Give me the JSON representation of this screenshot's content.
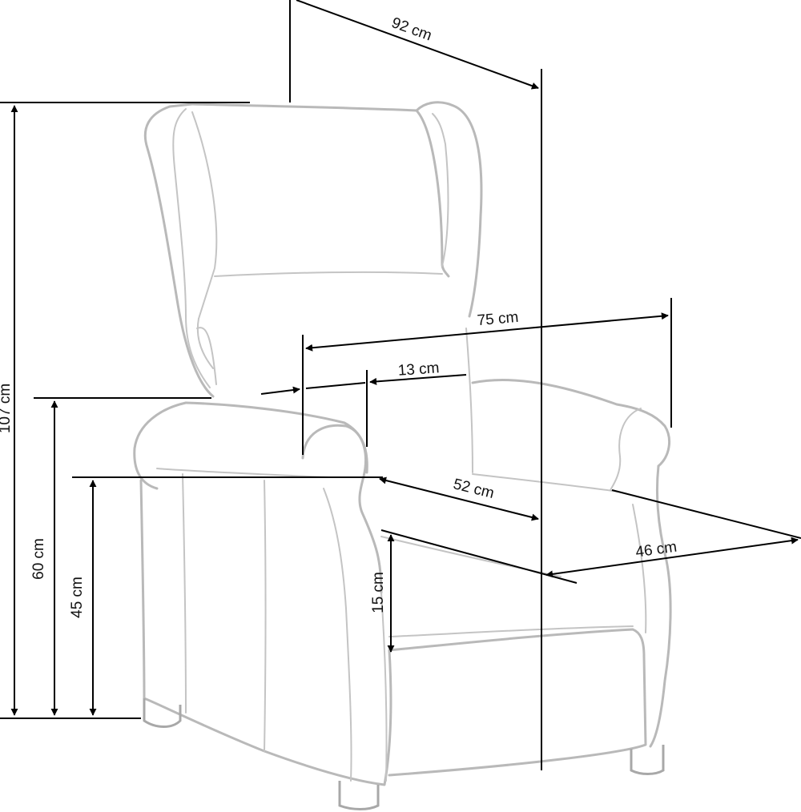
{
  "dimensions": {
    "depth_total": "92 cm",
    "height_total": "107 cm",
    "armrest_height": "60 cm",
    "seat_height": "45 cm",
    "width_total": "75 cm",
    "armrest_width": "13 cm",
    "seat_depth": "52 cm",
    "seat_width": "46 cm",
    "seat_cushion_thickness": "15 cm"
  },
  "colors": {
    "outline": "#b9b9b9",
    "dimension_line": "#000000",
    "background": "#ffffff"
  }
}
